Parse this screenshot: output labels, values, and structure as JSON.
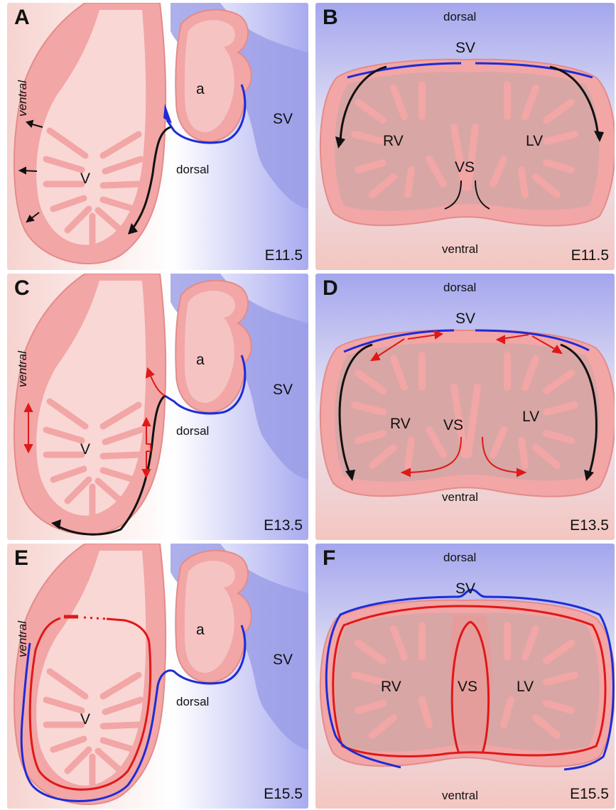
{
  "panels": [
    {
      "letter": "A",
      "stage": "E11.5",
      "labels": {
        "ventral": "ventral",
        "dorsal": "dorsal",
        "ventricle": "V",
        "atrium": "a",
        "sinus": "SV"
      }
    },
    {
      "letter": "B",
      "stage": "E11.5",
      "labels": {
        "dorsal": "dorsal",
        "ventral": "ventral",
        "sinus": "SV",
        "rv": "RV",
        "lv": "LV",
        "vs": "VS"
      }
    },
    {
      "letter": "C",
      "stage": "E13.5",
      "labels": {
        "ventral": "ventral",
        "dorsal": "dorsal",
        "ventricle": "V",
        "atrium": "a",
        "sinus": "SV"
      }
    },
    {
      "letter": "D",
      "stage": "E13.5",
      "labels": {
        "dorsal": "dorsal",
        "ventral": "ventral",
        "sinus": "SV",
        "rv": "RV",
        "lv": "LV",
        "vs": "VS"
      }
    },
    {
      "letter": "E",
      "stage": "E15.5",
      "labels": {
        "ventral": "ventral",
        "dorsal": "dorsal",
        "ventricle": "V",
        "atrium": "a",
        "sinus": "SV"
      }
    },
    {
      "letter": "F",
      "stage": "E15.5",
      "labels": {
        "dorsal": "dorsal",
        "ventral": "ventral",
        "sinus": "SV",
        "rv": "RV",
        "lv": "LV",
        "vs": "VS"
      }
    }
  ],
  "colors": {
    "myocardium": "#f2a6a6",
    "lumen": "#f9d7d5",
    "sinus_venosus": "#8c8ee0",
    "epicardium_line": "#1f2bd6",
    "migration_red": "#e01818",
    "arrow_black": "#111111"
  }
}
